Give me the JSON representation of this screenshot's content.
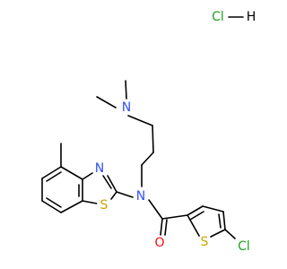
{
  "salt": {
    "chlorine": "Cl",
    "hydrogen": "H"
  },
  "atoms": {
    "n_dimethyl": "N",
    "n_amide": "N",
    "n_thiazole": "N",
    "s_thiazole": "S",
    "o_carbonyl": "O",
    "s_thiophene": "S",
    "cl_thiophene": "Cl"
  },
  "colors": {
    "carbon_bond": "#000000",
    "nitrogen": "#3050F8",
    "oxygen": "#FF0D0D",
    "sulfur": "#C6A700",
    "chlorine": "#1FA21F"
  }
}
